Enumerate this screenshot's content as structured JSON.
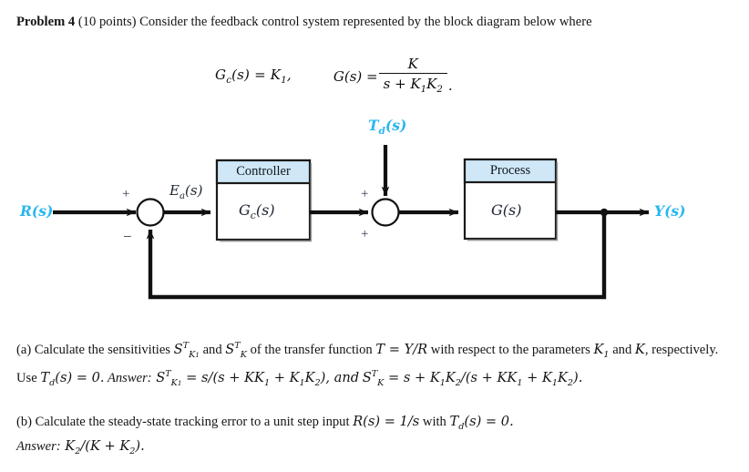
{
  "problem": {
    "heading": "Problem 4",
    "statement": " (10 points) Consider the feedback control system represented by the block diagram below where"
  },
  "equation": {
    "controller_tf": "G",
    "controller_sub": "c",
    "controller_arg": "(s) = K",
    "controller_gain_sub": "1",
    "controller_comma": ",",
    "plant_tf": "G(s) =",
    "numerator": "K",
    "denominator_s": "s + K",
    "denominator_sub1": "1",
    "denominator_K": "K",
    "denominator_sub2": "2",
    "period": "."
  },
  "diagram": {
    "input_label": "R(s)",
    "output_label": "Y(s)",
    "disturbance_label": "T",
    "disturbance_sub": "d",
    "disturbance_tail": "(s)",
    "error_label": "E",
    "error_sub": "a",
    "error_tail": "(s)",
    "controller_header": "Controller",
    "controller_body": "G",
    "controller_body_sub": "c",
    "controller_body_tail": "(s)",
    "process_header": "Process",
    "process_body": "G(s)",
    "sign_plus_1": "+",
    "sign_minus_1": "−",
    "sign_plus_2": "+",
    "sign_plus_3": "+",
    "colors": {
      "header_fill": "#cfe7f6",
      "signal_label": "#29b6ef",
      "line": "#111111",
      "block_stroke": "#1a1a1a"
    }
  },
  "answers": {
    "part_a_line1_pre": "(a) Calculate the sensitivities ",
    "part_a_S1": "S",
    "part_a_S1_sup": "T",
    "part_a_S1_sub": "K",
    "part_a_S1_sub_idx": "1",
    "part_a_mid": " and ",
    "part_a_S2": "S",
    "part_a_S2_sup": "T",
    "part_a_S2_sub": "K",
    "part_a_line1_post": " of the transfer function ",
    "part_a_T": "T = Y/R",
    "part_a_line1_end": " with respect to the",
    "part_a_line2_pre": "parameters ",
    "part_a_K1": "K",
    "part_a_K1_sub": "1",
    "part_a_line2_mid": " and ",
    "part_a_K": "K",
    "part_a_line2_post": ", respectively. Use ",
    "part_a_Td": "T",
    "part_a_Td_sub": "d",
    "part_a_Td_tail": "(s) = 0.",
    "part_a_answer_word": " Answer:",
    "part_a_ans_S": " S",
    "part_a_ans_S_sup": "T",
    "part_a_ans_S_sub": "K",
    "part_a_ans_S_sub_idx": "1",
    "part_a_ans_expr": " = s/(s + KK",
    "part_a_ans_sub1": "1",
    "part_a_ans_expr2": " + K",
    "part_a_ans_sub2": "1",
    "part_a_ans_expr3": "K",
    "part_a_ans_sub3": "2",
    "part_a_ans_expr4": "), and",
    "part_a_line3_S": "S",
    "part_a_line3_sup": "T",
    "part_a_line3_sub": "K",
    "part_a_line3_expr": " = s + K",
    "part_a_line3_s1": "1",
    "part_a_line3_expr2": "K",
    "part_a_line3_s2": "2",
    "part_a_line3_expr3": "/(s + KK",
    "part_a_line3_s3": "1",
    "part_a_line3_expr4": " + K",
    "part_a_line3_s4": "1",
    "part_a_line3_expr5": "K",
    "part_a_line3_s5": "2",
    "part_a_line3_expr6": ").",
    "part_b_line1_pre": "(b) Calculate the steady-state tracking error to a unit step input ",
    "part_b_R": "R(s) = 1/s",
    "part_b_mid": " with ",
    "part_b_Td": "T",
    "part_b_Td_sub": "d",
    "part_b_Td_tail": "(s) = 0.",
    "part_b_answer_word": "Answer:",
    "part_b_ans_K": " K",
    "part_b_ans_sub1": "2",
    "part_b_ans_expr": "/(K + K",
    "part_b_ans_sub2": "2",
    "part_b_ans_end": ")."
  }
}
